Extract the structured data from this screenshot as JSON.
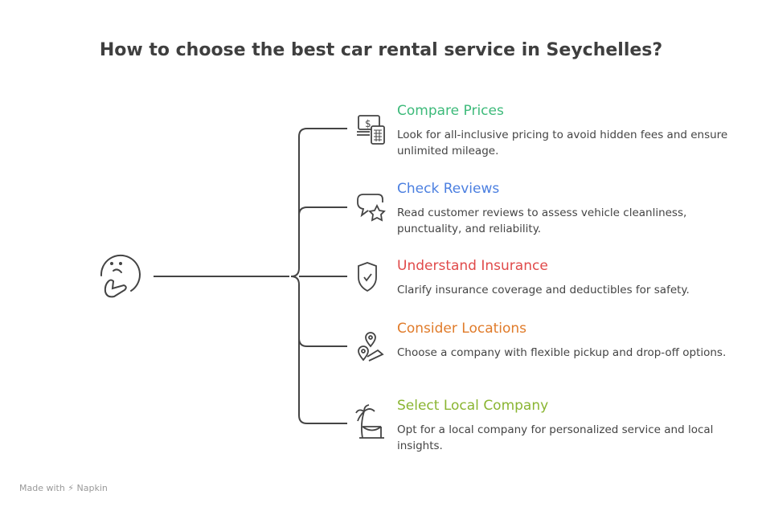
{
  "title": "How to choose the best car rental service in Seychelles?",
  "items": [
    {
      "heading": "Compare Prices",
      "text": "Look for all-inclusive pricing to avoid hidden fees and ensure unlimited mileage.",
      "color": "#3dba7a",
      "icon": "money-calculator-icon"
    },
    {
      "heading": "Check Reviews",
      "text": "Read customer reviews to assess vehicle cleanliness, punctuality, and reliability.",
      "color": "#4b7fe0",
      "icon": "chat-star-icon"
    },
    {
      "heading": "Understand Insurance",
      "text": "Clarify insurance coverage and deductibles for safety.",
      "color": "#e04a4a",
      "icon": "shield-check-icon"
    },
    {
      "heading": "Consider Locations",
      "text": "Choose a company with flexible pickup and drop-off options.",
      "color": "#e07b2a",
      "icon": "map-pins-icon"
    },
    {
      "heading": "Select Local Company",
      "text": "Opt for a local company for personalized service and local insights.",
      "color": "#8ab532",
      "icon": "palm-hammock-icon"
    }
  ],
  "footer": "Made with ⚡ Napkin"
}
